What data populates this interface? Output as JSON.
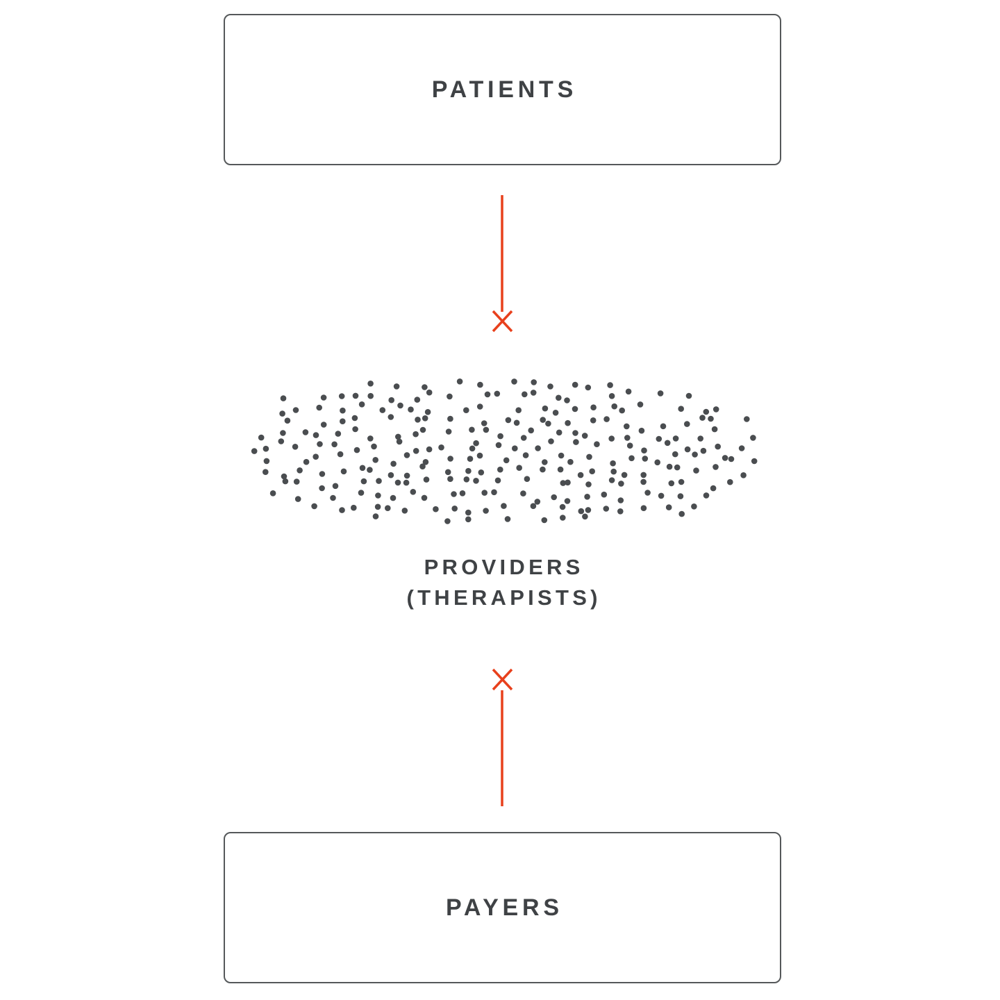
{
  "diagram": {
    "nodes": {
      "patients": {
        "label": "PATIENTS"
      },
      "providers": {
        "label_line1": "PROVIDERS",
        "label_line2": "(THERAPISTS)"
      },
      "payers": {
        "label": "PAYERS"
      }
    },
    "connections": [
      {
        "from": "patients",
        "to": "providers",
        "status": "blocked"
      },
      {
        "from": "payers",
        "to": "providers",
        "status": "blocked"
      }
    ],
    "colors": {
      "blocked_arrow": "#e8401c",
      "dot": "#4a4d50",
      "box_border": "#55585a",
      "label_text": "#3f4245",
      "background": "#ffffff"
    },
    "dots": {
      "count_approx": 260,
      "radius": 4.3
    }
  }
}
